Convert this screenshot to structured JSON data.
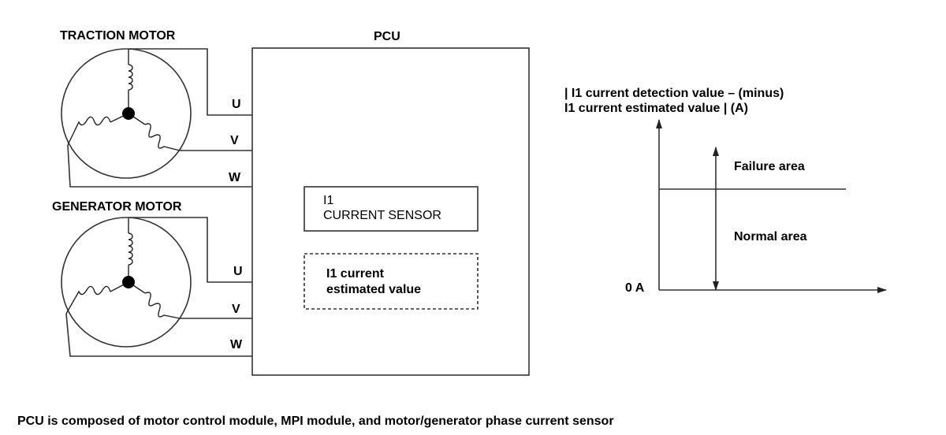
{
  "traction_motor": {
    "title": "TRACTION MOTOR",
    "phase_u": "U",
    "phase_v": "V",
    "phase_w": "W"
  },
  "generator_motor": {
    "title": "GENERATOR MOTOR",
    "phase_u": "U",
    "phase_v": "V",
    "phase_w": "W"
  },
  "pcu": {
    "title": "PCU",
    "current_sensor_line1": "I1",
    "current_sensor_line2": "CURRENT SENSOR",
    "estimated_line1": "I1 current",
    "estimated_line2": "estimated value"
  },
  "graph": {
    "ylabel_line1": "| I1 current detection value – (minus)",
    "ylabel_line2": "I1 current estimated value | (A)",
    "origin_label": "0 A",
    "failure_area": "Failure area",
    "normal_area": "Normal area"
  },
  "caption": "PCU is composed of motor control module, MPI module, and motor/generator phase current sensor",
  "colors": {
    "line": "#333333",
    "text": "#000000",
    "background": "#ffffff"
  }
}
